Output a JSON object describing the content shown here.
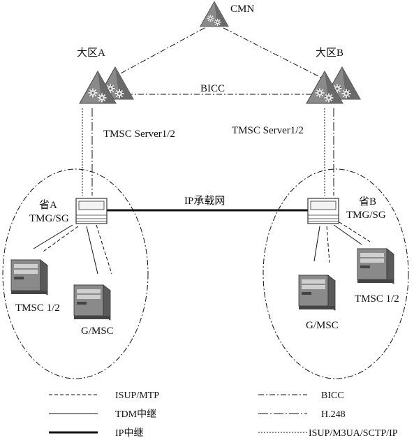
{
  "nodes": {
    "cmn": "CMN",
    "region_a": "大区A",
    "region_b": "大区B",
    "province_a": "省A",
    "province_b": "省B",
    "tmg_a": "TMG/SG",
    "tmg_b": "TMG/SG",
    "tmsc_a": "TMSC 1/2",
    "gmsc_a": "G/MSC",
    "tmsc_b": "TMSC 1/2",
    "gmsc_b": "G/MSC"
  },
  "links": {
    "bicc": "BICC",
    "tmsc_server_a": "TMSC Server1/2",
    "tmsc_server_b": "TMSC Server1/2",
    "ip_bearer": "IP承载网"
  },
  "legend": [
    {
      "label": "ISUP/MTP",
      "style": "dashed"
    },
    {
      "label": "TDM中继",
      "style": "solid"
    },
    {
      "label": "IP中继",
      "style": "bold"
    },
    {
      "label": "BICC",
      "style": "dash-dot"
    },
    {
      "label": "H.248",
      "style": "long-dash-dot"
    },
    {
      "label": "ISUP/M3UA/SCTP/IP",
      "style": "dotted"
    }
  ],
  "colors": {
    "line": "#111111",
    "server_fill": "#8a8a8a",
    "server_dark": "#5a5a5a"
  }
}
